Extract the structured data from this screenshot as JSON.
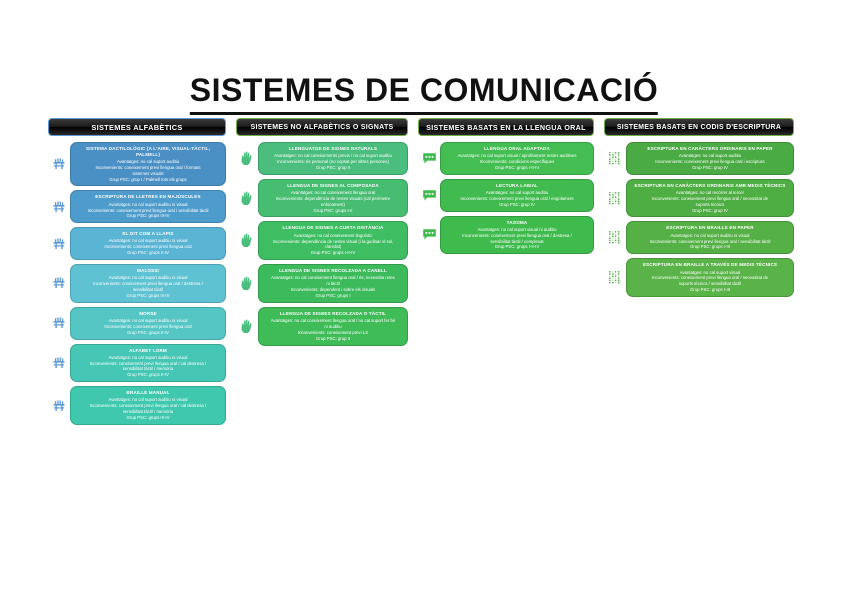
{
  "title": "SISTEMES DE COMUNICACIÓ",
  "columns": [
    {
      "header": "SISTEMES ALFABÈTICS",
      "icon": "finger-spelling-hand-icon",
      "cards": [
        {
          "title": "SISTEMA DACTILOLÒGIC (A L'AIRE, VISUAL-TÀCTIL, PALMELL)",
          "lines": [
            "Avantatges: no cal suport auditiu",
            "Inconvenients: coneixement previ llengua oral / formats",
            "sistemes visuals",
            "Grup PSC: grup I / Palmell tots els grups"
          ]
        },
        {
          "title": "ESCRIPTURA DE LLETRES EN MAJÚSCULES",
          "lines": [
            "Avantatges: no cal suport auditiu ni visual",
            "Inconvenients: coneixement previ llengua oral / sensibilitat tàctil",
            "Grup PSC: grups III-IV"
          ]
        },
        {
          "title": "EL DIT COM A LLAPIS",
          "lines": [
            "Avantatges: no cal suport auditiu ni visual",
            "Inconvenients: coneixement previ llengua oral",
            "Grup PSC: grups II-IV"
          ]
        },
        {
          "title": "MALOSSI",
          "lines": [
            "Avantatges: no cal suport auditiu ni visual",
            "Inconvenients: coneixement previ llengua oral / destresa /",
            "sensibilitat tàctil",
            "Grup PSC: grups III-IV"
          ]
        },
        {
          "title": "MORSE",
          "lines": [
            "Avantatges: no cal suport auditiu ni visual",
            "Inconvenients: coneixement previ llengua oral",
            "Grup PSC: grups II-IV"
          ]
        },
        {
          "title": "ALFABET LORM",
          "lines": [
            "Avantatges: no cal suport auditiu ni visual",
            "Inconvenients: coneixement previ llengua oral / cal destresa /",
            "sensibilitat tàctil / memòria",
            "Grup PSC: grups II-IV"
          ]
        },
        {
          "title": "BRAILLE MANUAL",
          "lines": [
            "Avantatges: no cal suport auditiu ni visual",
            "Inconvenients: coneixement previ llengua oral / cal destresa /",
            "sensibilitat tàctil / memòria",
            "Grup PSC: grups III-IV"
          ]
        }
      ]
    },
    {
      "header": "SISTEMES NO ALFABÈTICS O SIGNATS",
      "icon": "signing-hands-icon",
      "cards": [
        {
          "title": "LLENGUATGE DE SIGNES NATURALS",
          "lines": [
            "Avantatges: no cal coneixements previs / no cal suport auditiu",
            "Inconvenients: és personal (no copsat per altres persones)",
            "Grup PSC: grup II"
          ]
        },
        {
          "title": "LLENGUA DE SIGNES AL COMPOSADA",
          "lines": [
            "Avantatges: no cal coneixement llengua oral",
            "Inconvenients: dependència de restes visuals (cal perímetre",
            "enfocament)",
            "Grup PSC: grups I-II"
          ]
        },
        {
          "title": "LLENGUA DE SIGNES A CURTA DISTÀNCIA",
          "lines": [
            "Avantatges: no cal coneixement lingüístic",
            "Inconvenients: dependència de restes visual (i la gudinar el sol,",
            "claredat)",
            "Grup PSC: grups I-II-IV"
          ]
        },
        {
          "title": "LLENGUA DE SIGNES RECOLZADA A CANELL",
          "lines": [
            "Avantatges: no cal coneixement llengua oral / és, necessita retes",
            "ni tàctil",
            "Inconvenients: dependent i sobre els visuals",
            "Grup PSC: grups I"
          ]
        },
        {
          "title": "LLENGUA DE SIGNES RECOLZADA O TÀCTIL",
          "lines": [
            "Avantatges: no cal coneixement llengua oral / no cal suport fer bé",
            "ni auditiu",
            "Inconvenients: coneixement previ LS",
            "Grup PSC: grup II"
          ]
        }
      ]
    },
    {
      "header": "SISTEMES BASATS EN LA LLENGUA ORAL",
      "icon": "speech-bubble-icon",
      "cards": [
        {
          "title": "LLENGUA ORAL ADAPTADA",
          "lines": [
            "Avantatges: no cal suport visual / aprofitament restes auditives",
            "Inconvenients: condicions específiques",
            "Grup PSC: grups I-II-IV"
          ]
        },
        {
          "title": "LECTURA LABIAL",
          "lines": [
            "Avantatges: no cal suport auditiu",
            "Inconvenients: coneixement previ llengua oral / engolament",
            "Grup PSC: grup IV"
          ]
        },
        {
          "title": "TADOMA",
          "lines": [
            "Avantatges: no cal suport visual ni auditiu",
            "Inconvenients: coneixement previ llengua oral / destresa /",
            "sensibilitat tàctil / complexat",
            "Grup PSC: grups I-II-IV"
          ]
        }
      ]
    },
    {
      "header": "SISTEMES BASATS EN CODIS D'ESCRIPTURA",
      "icon": "braille-dots-icon",
      "cards": [
        {
          "title": "ESCRIPTURA EN CARÀCTERS ORDINARIS EN PAPER",
          "lines": [
            "Avantatges: no cal suport auditiu",
            "Inconvenients: coneixement previ llengua oral i escriptura",
            "Grup PSC: grup IV"
          ]
        },
        {
          "title": "ESCRIPTURA EN CARÀCTERS ORDINARIS AMB MEDIS TÈCNICS",
          "lines": [
            "Avantatges: no cal recórrer al tercer",
            "Inconvenients: coneixement previ llengua oral / necessitat de",
            "suports tècnics",
            "Grup PSC: grup IV"
          ]
        },
        {
          "title": "ESCRIPTURA EN BRAILLE EN PAPER",
          "lines": [
            "Avantatges: no cal suport auditiu ni visual",
            "Inconvenients: coneixement previ llengua oral / sensibilitat tàctil",
            "Grup PSC: grups I-III"
          ]
        },
        {
          "title": "ESCRIPTURA EN BRAILLE A TRAVÉS DE MEDIS TÈCNICS",
          "lines": [
            "Avantatges: no cal suport visual",
            "Inconvenients: coneixement previ llengua oral / necessitat de",
            "suports tècnics / sensibilitat tàctil",
            "Grup PSC: grups I-III"
          ]
        }
      ]
    }
  ]
}
